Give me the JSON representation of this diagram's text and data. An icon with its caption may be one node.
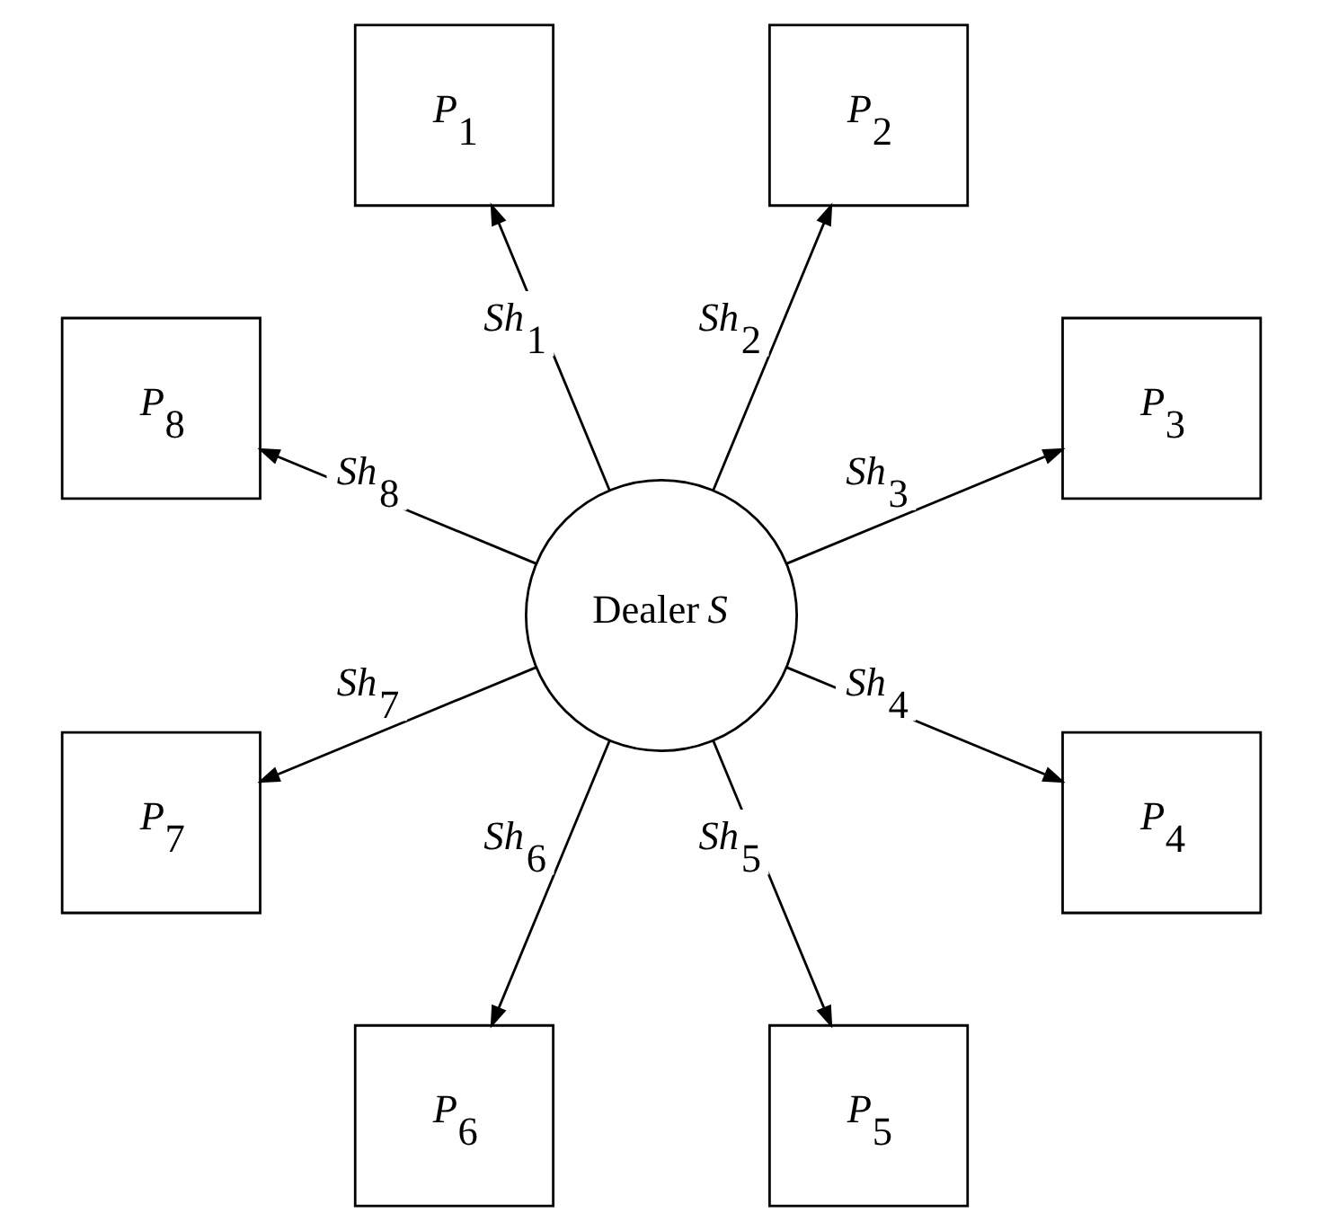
{
  "diagram": {
    "nodes": [
      {
        "text": [
          "*P*$_{1}$"
        ]
      },
      {
        "text": [
          "*P*$_{2}$"
        ]
      },
      {
        "text": [
          "*P*$_{3}$"
        ]
      },
      {
        "text": [
          "*P*$_{4}$"
        ]
      },
      {
        "text": [
          "*P*$_{5}$"
        ]
      },
      {
        "text": [
          "*P*$_{6}$"
        ]
      },
      {
        "text": [
          "*P*$_{7}$"
        ]
      },
      {
        "text": [
          "*P*$_{8}$"
        ]
      },
      {
        "text": [
          "Dealer *S*"
        ]
      }
    ],
    "edges": [
      {
        "from": 8,
        "to": 0,
        "arrow": "to",
        "label": "*Sh*$_{1}$"
      },
      {
        "from": 8,
        "to": 1,
        "arrow": "to",
        "label": "*Sh*$_{2}$"
      },
      {
        "from": 8,
        "to": 2,
        "arrow": "to",
        "label": "*Sh*$_{3}$"
      },
      {
        "from": 8,
        "to": 3,
        "arrow": "to",
        "label": "*Sh*$_{4}$"
      },
      {
        "from": 8,
        "to": 4,
        "arrow": "to",
        "label": "*Sh*$_{5}$"
      },
      {
        "from": 8,
        "to": 5,
        "arrow": "to",
        "label": "*Sh*$_{6}$"
      },
      {
        "from": 8,
        "to": 6,
        "arrow": "to",
        "label": "*Sh*$_{7}$"
      },
      {
        "from": 8,
        "to": 7,
        "arrow": "to",
        "label": "*Sh*$_{8}$"
      }
    ]
  }
}
